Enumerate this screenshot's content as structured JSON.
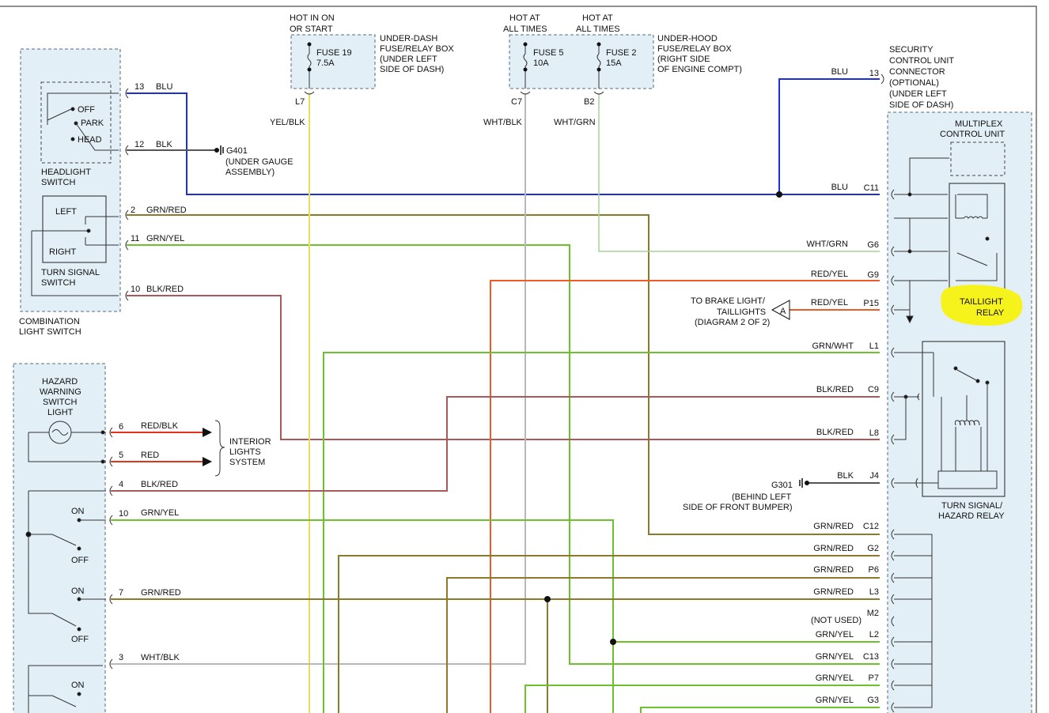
{
  "colors": {
    "blu": "#1e2fd6",
    "grn": "#6cc12c",
    "olive": "#8a7a2a",
    "red": "#e3331b",
    "redOrange": "#f05a28",
    "yel": "#e6e15a",
    "wht": "#b8b8b8",
    "whtgrn": "#a8d09a",
    "blkred": "#a85a5a",
    "blk": "#555555",
    "highlight": "#f6f21c"
  },
  "labels": {
    "hot_ign_1": "HOT IN ON",
    "hot_ign_2": "OR START",
    "hot_at_1a": "HOT AT",
    "hot_at_1b": "ALL TIMES",
    "hot_at_2a": "HOT AT",
    "hot_at_2b": "ALL TIMES",
    "underdash_1": "UNDER-DASH",
    "underdash_2": "FUSE/RELAY BOX",
    "underdash_3": "(UNDER LEFT",
    "underdash_4": "SIDE OF DASH)",
    "underhood_1": "UNDER-HOOD",
    "underhood_2": "FUSE/RELAY BOX",
    "underhood_3": "(RIGHT SIDE",
    "underhood_4": "OF ENGINE COMPT)",
    "fuse19": "FUSE 19",
    "fuse19_amp": "7.5A",
    "fuse5": "FUSE 5",
    "fuse5_amp": "10A",
    "fuse2": "FUSE 2",
    "fuse2_amp": "15A",
    "pin_l7": "L7",
    "pin_c7": "C7",
    "pin_b2": "B2",
    "wire_yelblk": "YEL/BLK",
    "wire_whtblk": "WHT/BLK",
    "wire_whtgrn": "WHT/GRN",
    "security_1": "SECURITY",
    "security_2": "CONTROL UNIT",
    "security_3": "CONNECTOR",
    "security_4": "(OPTIONAL)",
    "security_5": "(UNDER LEFT",
    "security_6": "SIDE OF DASH)",
    "multiplex_1": "MULTIPLEX",
    "multiplex_2": "CONTROL UNIT",
    "taillight_1": "TAILLIGHT",
    "taillight_2": "RELAY",
    "turnsignal_relay_1": "TURN SIGNAL/",
    "turnsignal_relay_2": "HAZARD RELAY",
    "sw_off": "OFF",
    "sw_park": "PARK",
    "sw_head": "HEAD",
    "headlight_1": "HEADLIGHT",
    "headlight_2": "SWITCH",
    "left": "LEFT",
    "right": "RIGHT",
    "turnsig_1": "TURN SIGNAL",
    "turnsig_2": "SWITCH",
    "combo_1": "COMBINATION",
    "combo_2": "LIGHT SWITCH",
    "g401_1": "G401",
    "g401_2": "(UNDER GAUGE",
    "g401_3": "ASSEMBLY)",
    "hazard_1": "HAZARD",
    "hazard_2": "WARNING",
    "hazard_3": "SWITCH",
    "hazard_4": "LIGHT",
    "interior_1": "INTERIOR",
    "interior_2": "LIGHTS",
    "interior_3": "SYSTEM",
    "brake_1": "TO BRAKE LIGHT/",
    "brake_2": "TAILLIGHTS",
    "brake_3": "(DIAGRAM 2 OF 2)",
    "conn_a": "A",
    "g301_1": "G301",
    "g301_2": "(BEHIND LEFT",
    "g301_3": "SIDE OF FRONT BUMPER)",
    "not_used": "(NOT USED)",
    "on": "ON",
    "off": "OFF"
  },
  "left_pins": {
    "p13": {
      "num": "13",
      "color": "BLU"
    },
    "p12": {
      "num": "12",
      "color": "BLK"
    },
    "p2": {
      "num": "2",
      "color": "GRN/RED"
    },
    "p11": {
      "num": "11",
      "color": "GRN/YEL"
    },
    "p10": {
      "num": "10",
      "color": "BLK/RED"
    }
  },
  "hazard_pins": {
    "h6": {
      "num": "6",
      "color": "RED/BLK"
    },
    "h5": {
      "num": "5",
      "color": "RED"
    },
    "h4": {
      "num": "4",
      "color": "BLK/RED"
    },
    "h10": {
      "num": "10",
      "color": "GRN/YEL"
    },
    "h7": {
      "num": "7",
      "color": "GRN/RED"
    },
    "h3": {
      "num": "3",
      "color": "WHT/BLK"
    }
  },
  "right_pins": {
    "sec13": {
      "num": "13",
      "color": "BLU"
    },
    "c11": {
      "num": "C11",
      "color": "BLU"
    },
    "g6": {
      "num": "G6",
      "color": "WHT/GRN"
    },
    "g9": {
      "num": "G9",
      "color": "RED/YEL"
    },
    "p15": {
      "num": "P15",
      "color": "RED/YEL"
    },
    "l1": {
      "num": "L1",
      "color": "GRN/WHT"
    },
    "c9": {
      "num": "C9",
      "color": "BLK/RED"
    },
    "l8": {
      "num": "L8",
      "color": "BLK/RED"
    },
    "j4": {
      "num": "J4",
      "color": "BLK"
    },
    "c12": {
      "num": "C12",
      "color": "GRN/RED"
    },
    "g2": {
      "num": "G2",
      "color": "GRN/RED"
    },
    "p6": {
      "num": "P6",
      "color": "GRN/RED"
    },
    "l3": {
      "num": "L3",
      "color": "GRN/RED"
    },
    "m2": {
      "num": "M2",
      "color": ""
    },
    "l2": {
      "num": "L2",
      "color": "GRN/YEL"
    },
    "c13": {
      "num": "C13",
      "color": "GRN/YEL"
    },
    "p7": {
      "num": "P7",
      "color": "GRN/YEL"
    },
    "g3": {
      "num": "G3",
      "color": "GRN/YEL"
    }
  }
}
